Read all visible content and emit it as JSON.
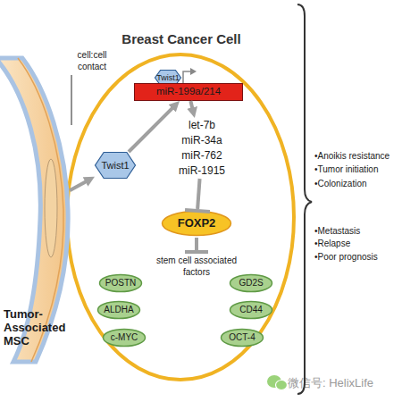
{
  "diagram": {
    "nodes": [
      {
        "text": [
          "Tumor-Associated MSC"
        ]
      },
      {
        "text": [
          "Breast Cancer Cell"
        ]
      },
      {
        "text": [
          "Twist1"
        ]
      },
      {
        "text": [
          "Twist1"
        ],
        "in": 1
      },
      {
        "text": [
          "miR-199a/214"
        ],
        "in": 1
      },
      {
        "text": [
          "let-7b",
          "miR-34a",
          "miR-762",
          "miR-1915"
        ],
        "in": 1
      },
      {
        "text": [
          "FOXP2"
        ],
        "in": 1
      },
      {
        "text": [
          "POSTN"
        ],
        "in": 1
      },
      {
        "text": [
          "GD2S"
        ],
        "in": 1
      },
      {
        "text": [
          "ALDHA"
        ],
        "in": 1
      },
      {
        "text": [
          "CD44"
        ],
        "in": 1
      },
      {
        "text": [
          "c-MYC"
        ],
        "in": 1
      },
      {
        "text": [
          "OCT-4"
        ],
        "in": 1
      }
    ],
    "edges": [
      {
        "from": 0,
        "to": 2,
        "arrow": "to"
      },
      {
        "from": 2,
        "to": 4,
        "arrow": "to"
      },
      {
        "from": 4,
        "to": 5,
        "arrow": "to"
      },
      {
        "from": 5,
        "to": 6,
        "arrow": "to"
      }
    ],
    "labels": [
      "cell:cell contact",
      "stem cell associated factors",
      "•Anoikis resistance",
      "•Tumor initiation",
      "•Colonization",
      "•Metastasis",
      "•Relapse",
      "•Poor prognosis",
      "微信号: HelixLife"
    ]
  }
}
